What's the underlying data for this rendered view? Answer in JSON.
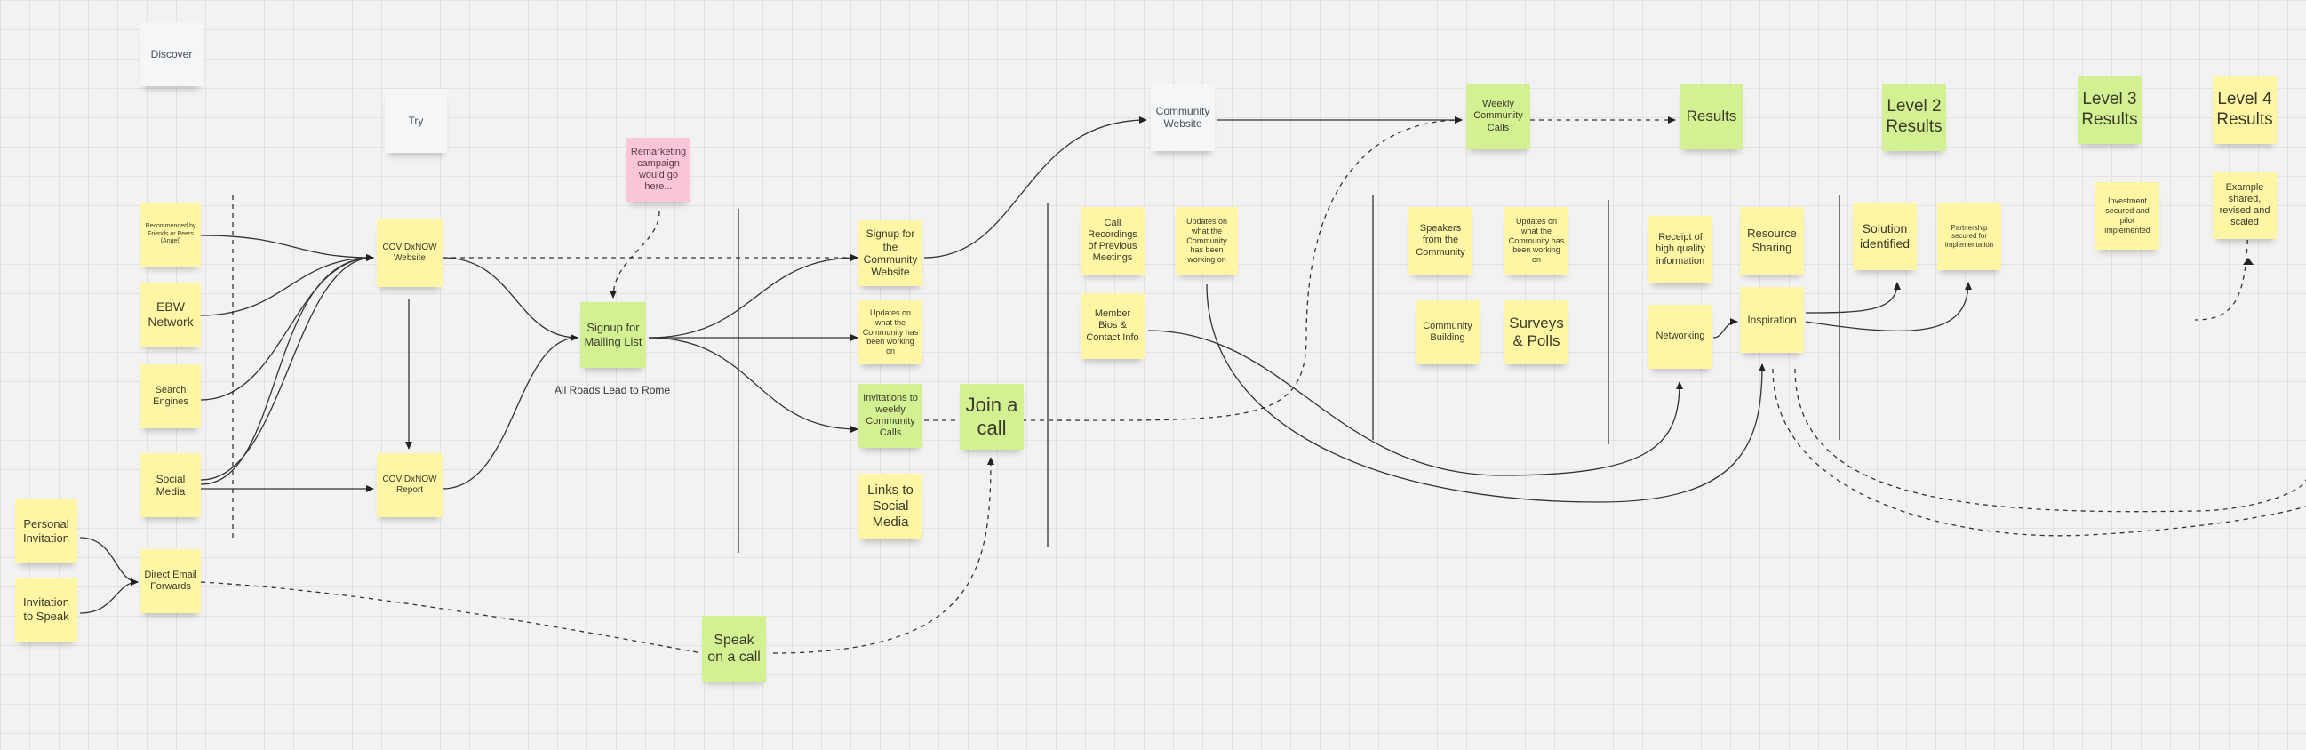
{
  "colors": {
    "yellow_note": "#fef6a5",
    "green_note": "#d3f193",
    "white_note": "#f5f6f8",
    "pink_note": "#fbc7d6",
    "grid": "#e2e2e2",
    "canvas": "#f2f2f2"
  },
  "stages": {
    "discover": "Discover",
    "try": "Try"
  },
  "sources": {
    "recommended": "Recommended by Friends or Peers (Angel)",
    "ebw_network": "EBW Network",
    "search_engines": "Search Engines",
    "social_media": "Social Media",
    "personal_invitation": "Personal Invitation",
    "invitation_to_speak": "Invitation to Speak",
    "direct_email_forwards": "Direct Email Forwards"
  },
  "try_items": {
    "covid_website": "COVIDxNOW Website",
    "covid_report": "COVIDxNOW Report",
    "remarketing": "Remarketing campaign would go here...",
    "signup_mailing": "Signup for Mailing List",
    "all_roads": "All Roads Lead to Rome"
  },
  "engage": {
    "signup_community_website": "Signup for the Community Website",
    "updates_working_on": "Updates on what the Community has been working on",
    "invitations_weekly_calls": "Invitations to weekly Community Calls",
    "links_social_media": "Links to Social Media",
    "join_a_call": "Join a call",
    "speak_on_call": "Speak on a call"
  },
  "community": {
    "community_website": "Community Website",
    "weekly_calls": "Weekly Community Calls",
    "call_recordings": "Call Recordings of Previous Meetings",
    "updates_bus": "Updates on what the Community has been working on",
    "member_bios": "Member Bios & Contact Info",
    "speakers": "Speakers from the Community",
    "updates_2": "Updates on what the Community has been working on",
    "community_building": "Community Building",
    "surveys_polls": "Surveys & Polls"
  },
  "results": {
    "results": "Results",
    "level2": "Level 2 Results",
    "level3": "Level 3 Results",
    "level4": "Level 4 Results",
    "receipt_info": "Receipt of high quality information",
    "networking": "Networking",
    "resource_sharing": "Resource Sharing",
    "inspiration": "Inspiration",
    "solution_identified": "Solution identified",
    "partnership": "Partnership secured for implementation",
    "investment": "Investment secured and pilot implemented",
    "example_scaled": "Example shared, revised and scaled"
  }
}
